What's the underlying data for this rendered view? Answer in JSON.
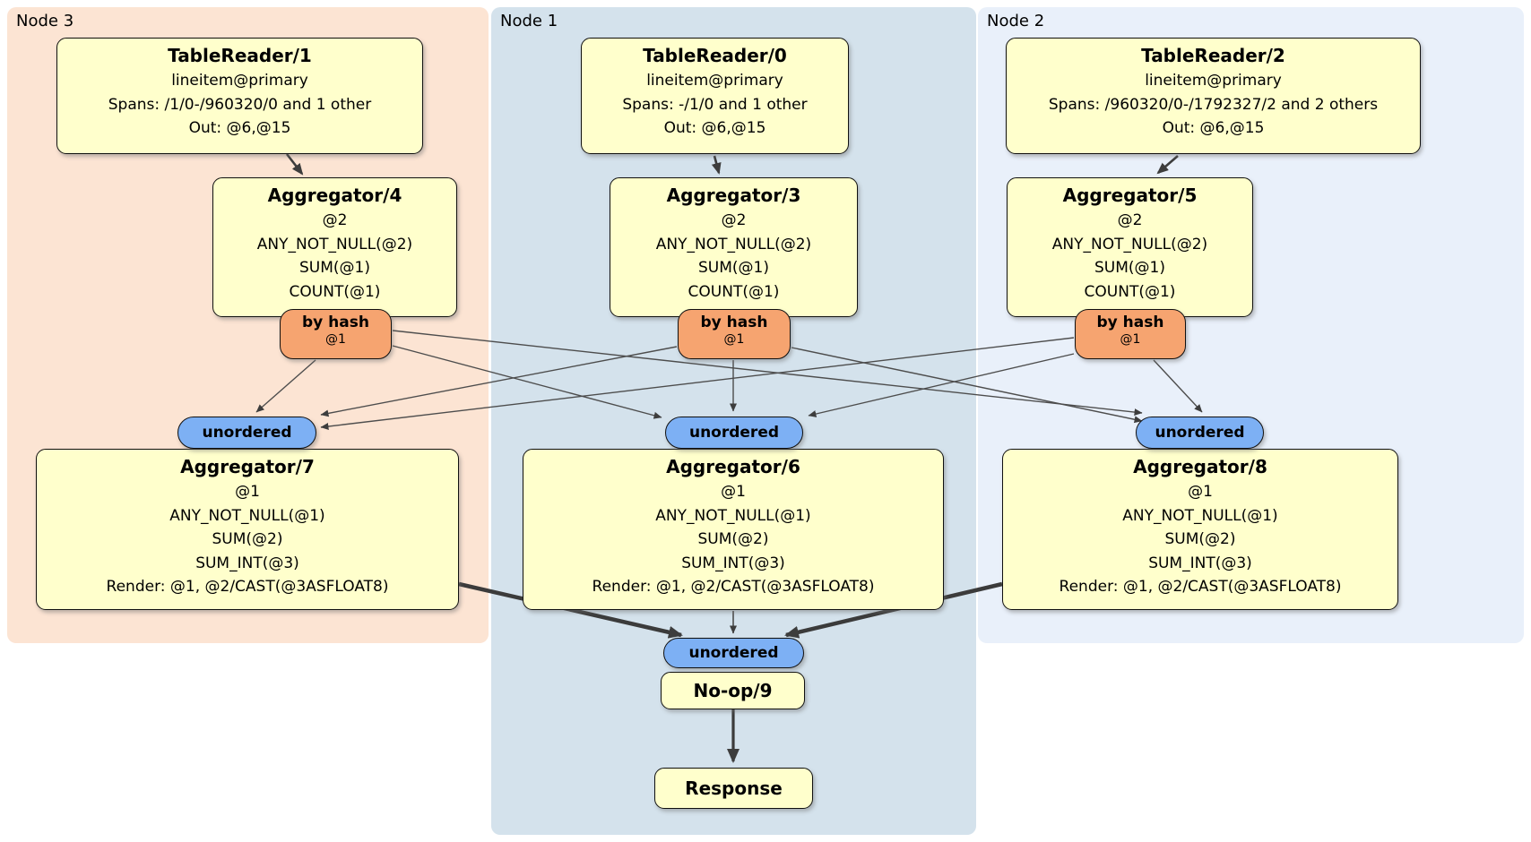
{
  "node3": {
    "label": "Node 3",
    "table_reader": {
      "title": "TableReader/1",
      "index": "lineitem@primary",
      "spans": "Spans: /1/0-/960320/0 and 1 other",
      "out": "Out: @6,@15"
    },
    "aggregator_stage1": {
      "title": "Aggregator/4",
      "group_key": "@2",
      "agg1": "ANY_NOT_NULL(@2)",
      "agg2": "SUM(@1)",
      "agg3": "COUNT(@1)"
    },
    "router": {
      "label": "by hash",
      "key": "@1"
    },
    "sync": {
      "label": "unordered"
    },
    "aggregator_stage2": {
      "title": "Aggregator/7",
      "group_key": "@1",
      "agg1": "ANY_NOT_NULL(@1)",
      "agg2": "SUM(@2)",
      "agg3": "SUM_INT(@3)",
      "render": "Render: @1, @2/CAST(@3ASFLOAT8)"
    }
  },
  "node1": {
    "label": "Node 1",
    "table_reader": {
      "title": "TableReader/0",
      "index": "lineitem@primary",
      "spans": "Spans: -/1/0 and 1 other",
      "out": "Out: @6,@15"
    },
    "aggregator_stage1": {
      "title": "Aggregator/3",
      "group_key": "@2",
      "agg1": "ANY_NOT_NULL(@2)",
      "agg2": "SUM(@1)",
      "agg3": "COUNT(@1)"
    },
    "router": {
      "label": "by hash",
      "key": "@1"
    },
    "sync": {
      "label": "unordered"
    },
    "aggregator_stage2": {
      "title": "Aggregator/6",
      "group_key": "@1",
      "agg1": "ANY_NOT_NULL(@1)",
      "agg2": "SUM(@2)",
      "agg3": "SUM_INT(@3)",
      "render": "Render: @1, @2/CAST(@3ASFLOAT8)"
    },
    "final_sync": {
      "label": "unordered"
    },
    "noop": {
      "title": "No-op/9"
    },
    "response": {
      "title": "Response"
    }
  },
  "node2": {
    "label": "Node 2",
    "table_reader": {
      "title": "TableReader/2",
      "index": "lineitem@primary",
      "spans": "Spans: /960320/0-/1792327/2 and 2 others",
      "out": "Out: @6,@15"
    },
    "aggregator_stage1": {
      "title": "Aggregator/5",
      "group_key": "@2",
      "agg1": "ANY_NOT_NULL(@2)",
      "agg2": "SUM(@1)",
      "agg3": "COUNT(@1)"
    },
    "router": {
      "label": "by hash",
      "key": "@1"
    },
    "sync": {
      "label": "unordered"
    },
    "aggregator_stage2": {
      "title": "Aggregator/8",
      "group_key": "@1",
      "agg1": "ANY_NOT_NULL(@1)",
      "agg2": "SUM(@2)",
      "agg3": "SUM_INT(@3)",
      "render": "Render: @1, @2/CAST(@3ASFLOAT8)"
    }
  },
  "colors": {
    "panel_node3": "#fce4d3",
    "panel_node1": "#d4e2ec",
    "panel_node2": "#e9f0fa",
    "processor_box_fill": "#ffffcc",
    "router_fill": "#f6a470",
    "sync_fill": "#7db0f4",
    "edge": "#3d3d3d"
  }
}
